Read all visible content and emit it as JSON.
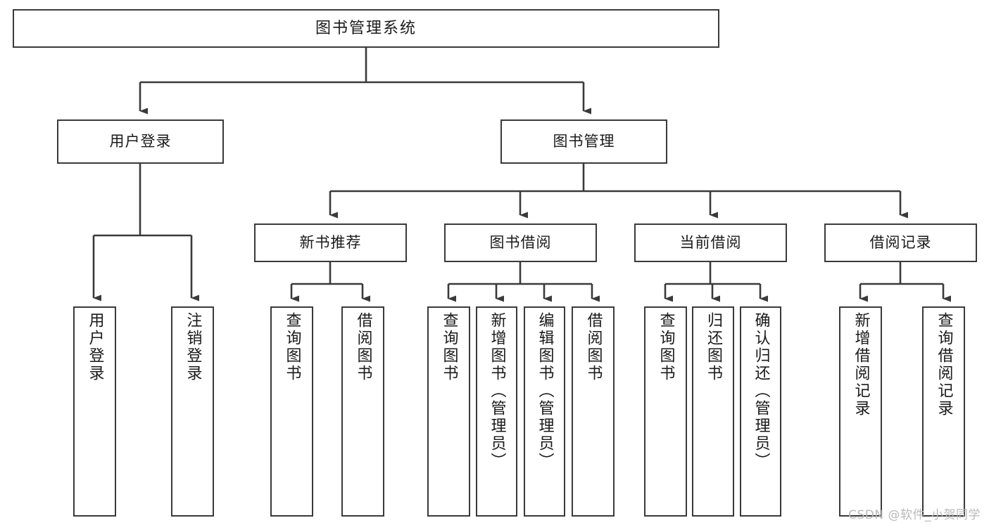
{
  "diagram": {
    "type": "tree-hierarchy",
    "title": "图书管理系统",
    "root": {
      "label": "图书管理系统"
    },
    "level1": [
      {
        "label": "用户登录"
      },
      {
        "label": "图书管理"
      }
    ],
    "level2": [
      {
        "label": "新书推荐"
      },
      {
        "label": "图书借阅"
      },
      {
        "label": "当前借阅"
      },
      {
        "label": "借阅记录"
      }
    ],
    "leaves": {
      "user_login": [
        {
          "label": "用户登录"
        },
        {
          "label": "注销登录"
        }
      ],
      "new_book_recommend": [
        {
          "label": "查询图书"
        },
        {
          "label": "借阅图书"
        }
      ],
      "book_borrow": [
        {
          "label": "查询图书"
        },
        {
          "label": "新增图书（管理员）"
        },
        {
          "label": "编辑图书（管理员）"
        },
        {
          "label": "借阅图书"
        }
      ],
      "current_borrow": [
        {
          "label": "查询图书"
        },
        {
          "label": "归还图书"
        },
        {
          "label": "确认归还（管理员）"
        }
      ],
      "borrow_record": [
        {
          "label": "新增借阅记录"
        },
        {
          "label": "查询借阅记录"
        }
      ]
    }
  },
  "watermark": {
    "text": "CSDN @软件_小贺同学"
  },
  "colors": {
    "stroke": "#3a3a3a",
    "background": "#ffffff",
    "text": "#1a1a1a",
    "watermark": "#b9b9b9"
  }
}
